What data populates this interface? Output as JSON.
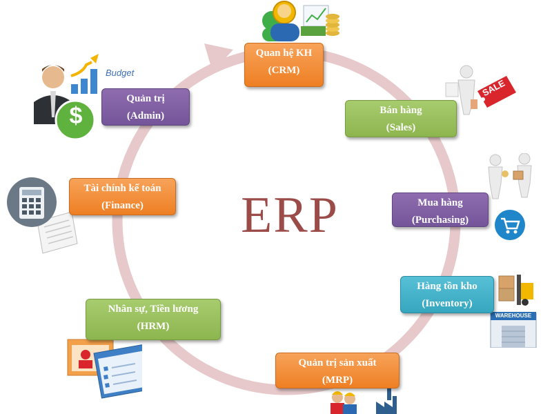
{
  "center": {
    "title": "ERP"
  },
  "modules": [
    {
      "id": "crm",
      "line1": "Quan hệ KH",
      "line2": "(CRM)"
    },
    {
      "id": "sales",
      "line1": "Bán hàng",
      "line2": "(Sales)"
    },
    {
      "id": "purchasing",
      "line1": "Mua hàng",
      "line2": "(Purchasing)"
    },
    {
      "id": "inventory",
      "line1": "Hàng tồn kho",
      "line2": "(Inventory)"
    },
    {
      "id": "mrp",
      "line1": "Quản trị sản xuất",
      "line2": "(MRP)"
    },
    {
      "id": "hrm",
      "line1": "Nhân sự, Tiền lương",
      "line2": "(HRM)"
    },
    {
      "id": "finance",
      "line1": "Tài chính kế toán",
      "line2": "(Finance)"
    },
    {
      "id": "admin",
      "line1": "Quản trị",
      "line2": "(Admin)"
    }
  ],
  "icons": {
    "budget_label": "Budget",
    "sale_tag": "SALE",
    "warehouse_sign": "WAREHOUSE",
    "dollar_sign": "$"
  },
  "colors": {
    "ring": "#e7c9cb",
    "title": "#9b4b48",
    "orange": "#ee7f23",
    "green": "#8db54f",
    "purple": "#75559a",
    "teal": "#36a6bf"
  }
}
